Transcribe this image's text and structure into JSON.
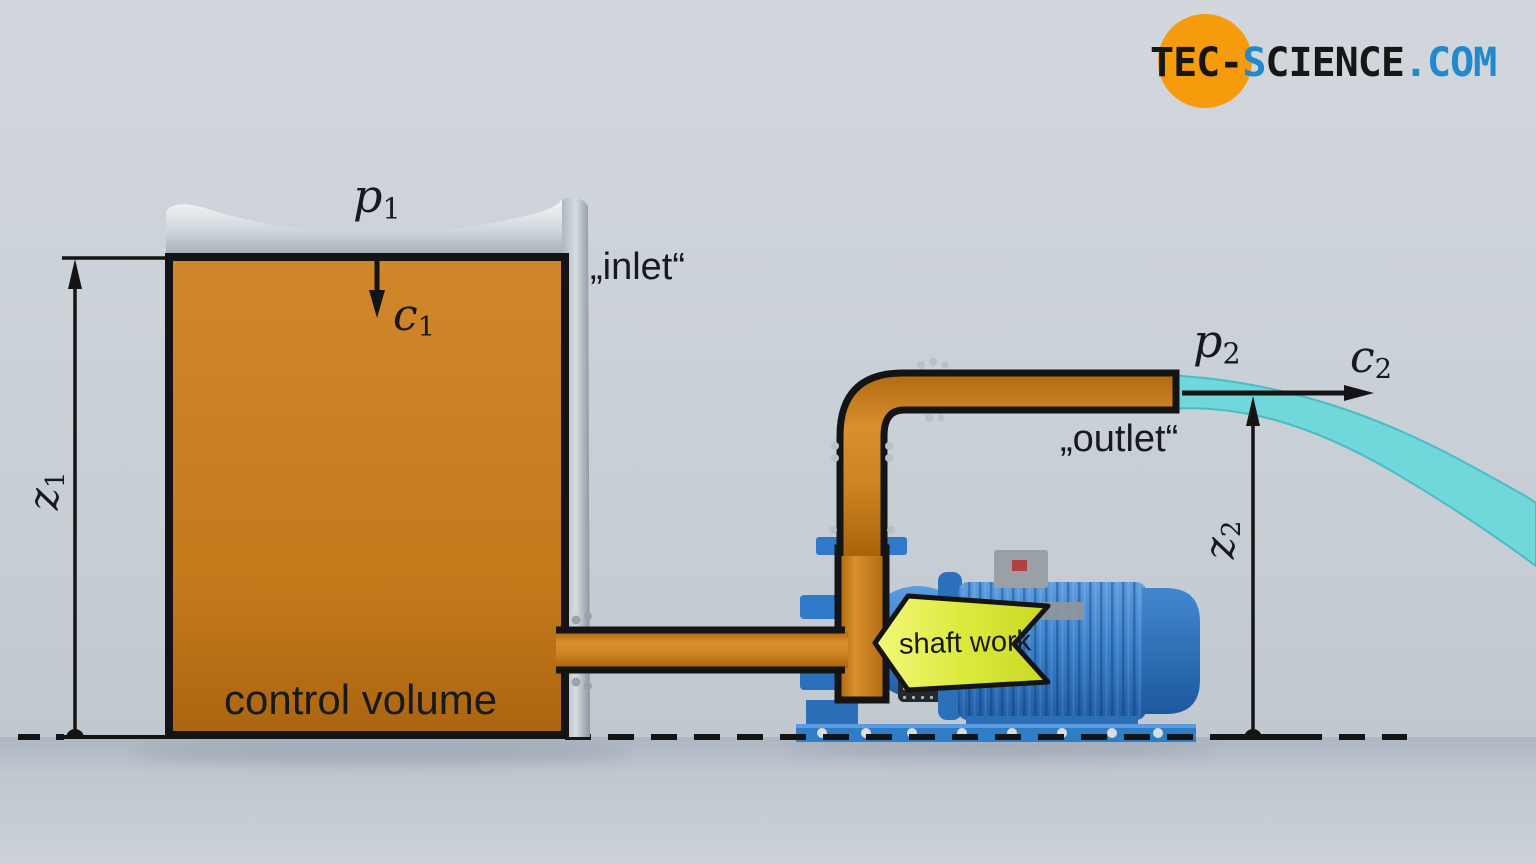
{
  "logo": {
    "circle_color": "#f69b0c",
    "segments": [
      {
        "text": "TEC-",
        "color": "#161616"
      },
      {
        "text": "S",
        "color": "#2289cd"
      },
      {
        "text": "CIENCE",
        "color": "#161616"
      },
      {
        "text": ".COM",
        "color": "#2289cd"
      }
    ]
  },
  "labels": {
    "p1": {
      "sym": "p",
      "sub": "1"
    },
    "c1": {
      "sym": "c",
      "sub": "1"
    },
    "z1": {
      "sym": "z",
      "sub": "1"
    },
    "p2": {
      "sym": "p",
      "sub": "2"
    },
    "c2": {
      "sym": "c",
      "sub": "2"
    },
    "z2": {
      "sym": "z",
      "sub": "2"
    },
    "inlet": "„inlet“",
    "outlet": "„outlet“",
    "control_volume": "control volume",
    "shaft_work": "shaft work"
  },
  "colors": {
    "background": "#c9cfd6",
    "outline_black": "#141414",
    "tank_orange": "#c97d1e",
    "pipe_orange": "#cd8428",
    "steel_light": "#e9edf0",
    "steel_dark": "#96a2ab",
    "pump_blue": "#2e7ac6",
    "pump_blue_dark": "#1d5ca2",
    "water_cyan": "#70d7db",
    "shaft_arrow_yellow": "#dcea3e",
    "logo_orange": "#f69b0c",
    "logo_blue": "#2289cd"
  }
}
